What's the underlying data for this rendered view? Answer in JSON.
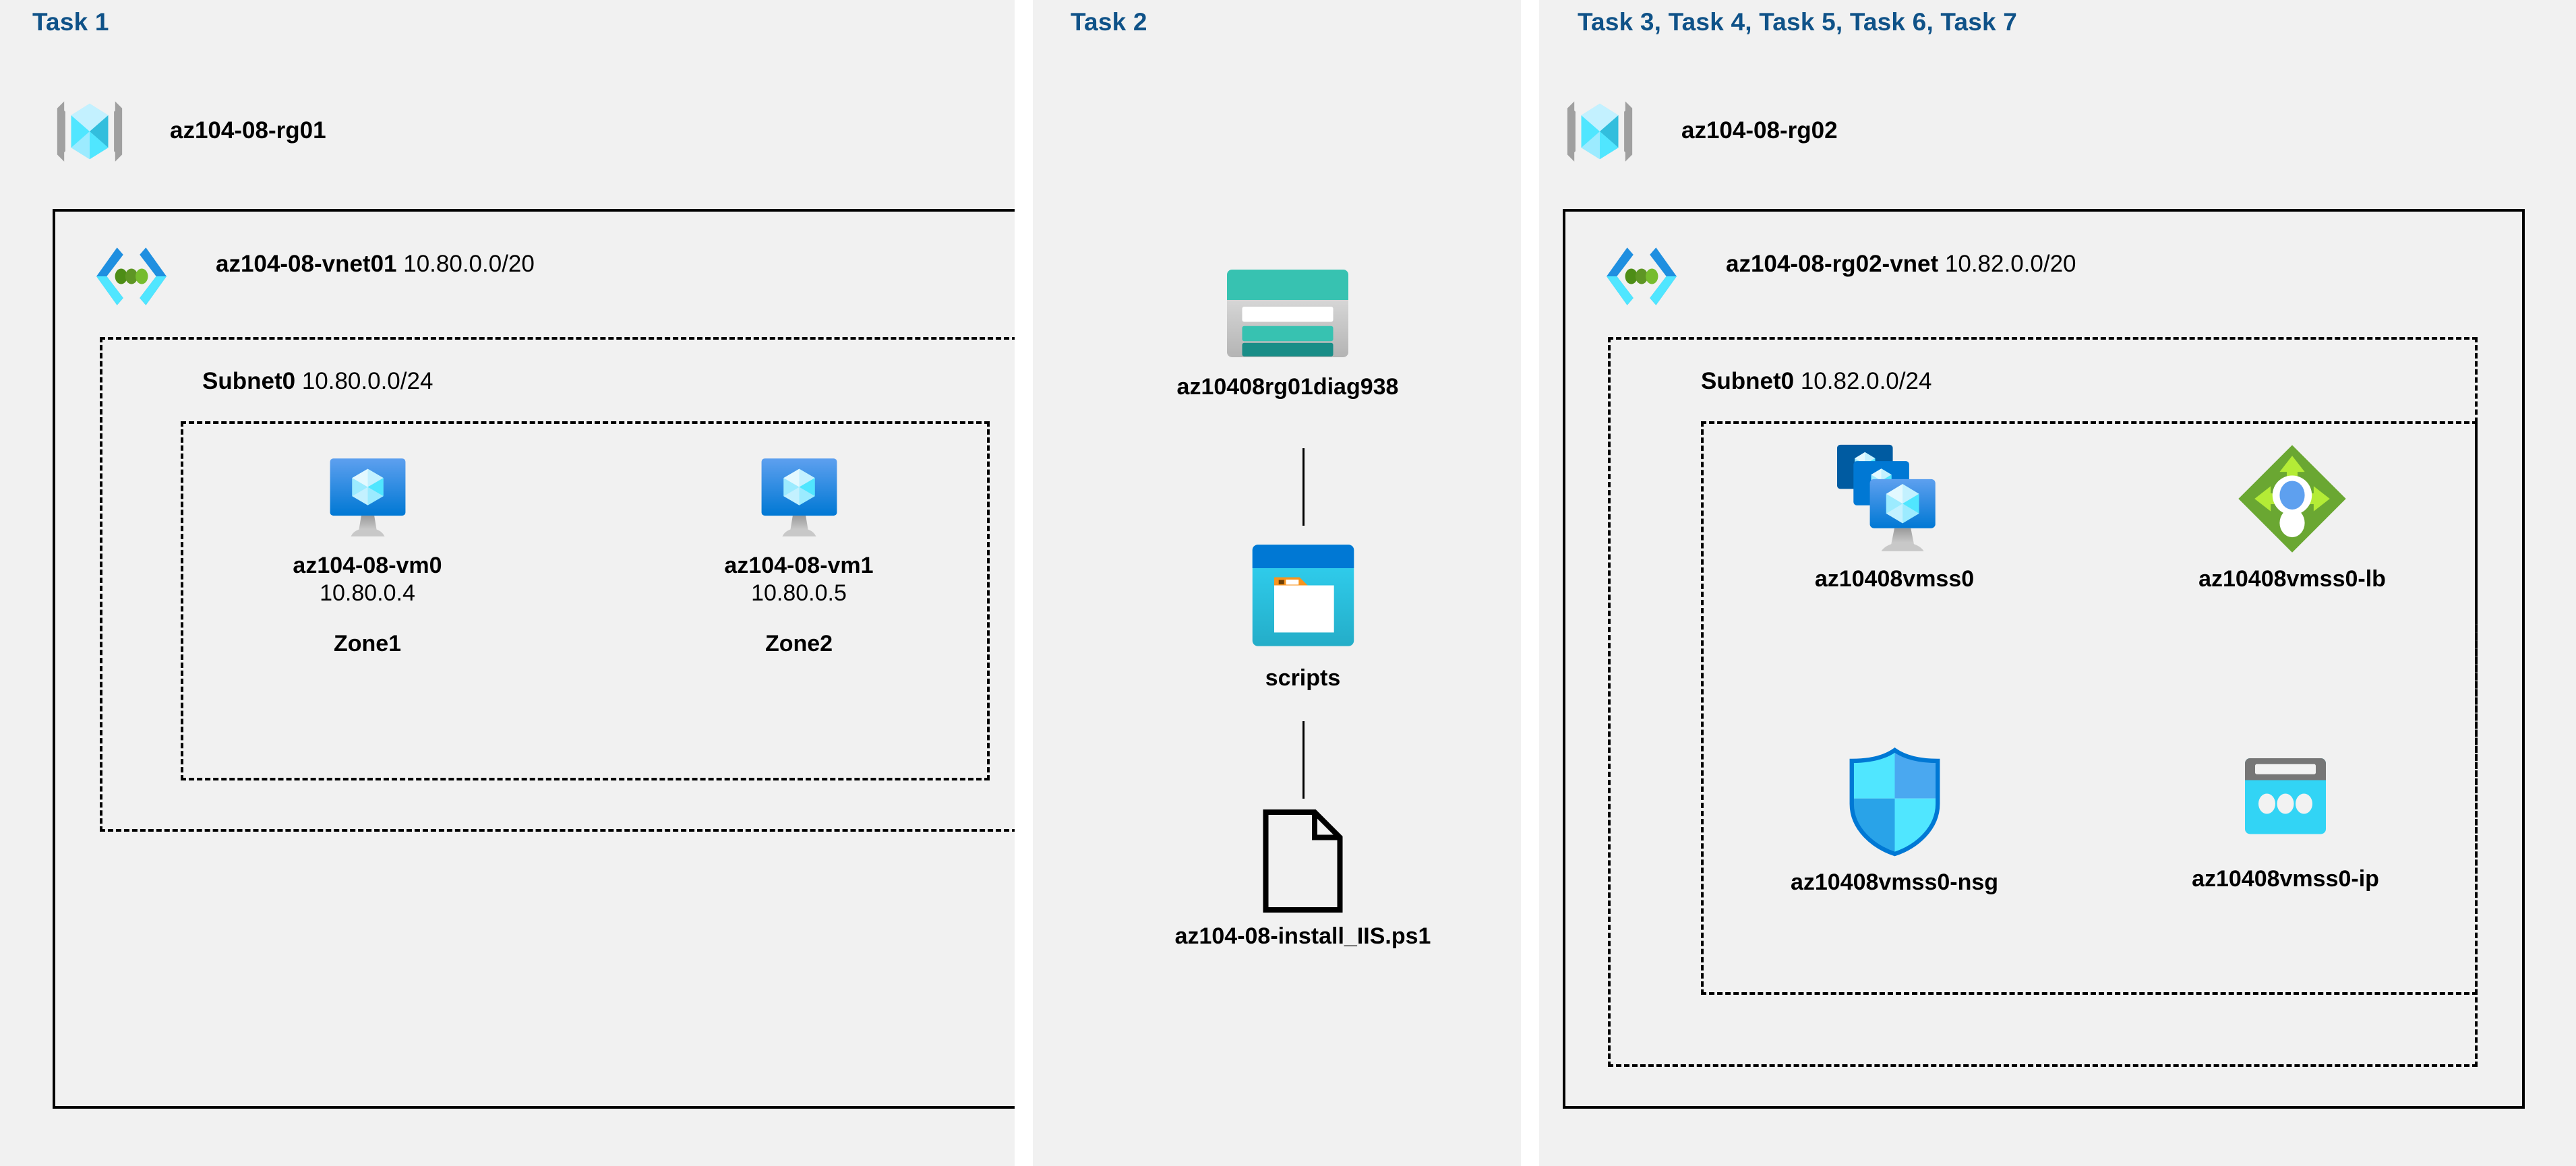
{
  "page": {
    "background": "#ffffff",
    "panel_color": "#f1f1f1",
    "task_label_color": "#0f5288"
  },
  "panels": [
    {
      "id": "panel-task1",
      "task_label": "Task 1",
      "resource_group": {
        "name": "az104-08-rg01",
        "icon": "resource-group-icon"
      },
      "vnet": {
        "name": "az104-08-vnet01",
        "cidr": "10.80.0.0/20",
        "icon": "virtual-network-icon"
      },
      "subnet": {
        "name": "Subnet0",
        "cidr": "10.80.0.0/24"
      },
      "vms": [
        {
          "name": "az104-08-vm0",
          "ip": "10.80.0.4",
          "zone": "Zone1",
          "icon": "virtual-machine-icon"
        },
        {
          "name": "az104-08-vm1",
          "ip": "10.80.0.5",
          "zone": "Zone2",
          "icon": "virtual-machine-icon"
        }
      ]
    },
    {
      "id": "panel-task2",
      "task_label": "Task 2",
      "nodes": [
        {
          "name": "az10408rg01diag938",
          "icon": "storage-account-icon"
        },
        {
          "name": "scripts",
          "icon": "blob-container-icon"
        },
        {
          "name": "az104-08-install_IIS.ps1",
          "icon": "file-icon"
        }
      ]
    },
    {
      "id": "panel-task3",
      "task_label": "Task 3, Task 4, Task 5, Task 6, Task 7",
      "resource_group": {
        "name": "az104-08-rg02",
        "icon": "resource-group-icon"
      },
      "vnet": {
        "name": "az104-08-rg02-vnet",
        "cidr": "10.82.0.0/20",
        "icon": "virtual-network-icon"
      },
      "subnet": {
        "name": "Subnet0",
        "cidr": "10.82.0.0/24"
      },
      "resources": [
        {
          "name": "az10408vmss0",
          "icon": "vm-scale-set-icon"
        },
        {
          "name": "az10408vmss0-lb",
          "icon": "load-balancer-icon"
        },
        {
          "name": "az10408vmss0-nsg",
          "icon": "network-security-group-icon"
        },
        {
          "name": "az10408vmss0-ip",
          "icon": "public-ip-address-icon"
        }
      ]
    }
  ],
  "colors": {
    "azure_blue": "#0078d4",
    "azure_cyan": "#50e6ff",
    "azure_light_cyan": "#9cebff",
    "vnet_blue": "#1f8fe0",
    "vnet_green": "#5e9624",
    "storage_teal": "#37c2b1",
    "storage_teal_dark": "#198d87",
    "lb_green": "#6aa732",
    "lb_green_light": "#b4ec36",
    "lb_dot_blue": "#5ea0ef",
    "gray_bracket": "#a0a0a0",
    "pip_gray": "#767676",
    "container_orange": "#f7941e"
  }
}
